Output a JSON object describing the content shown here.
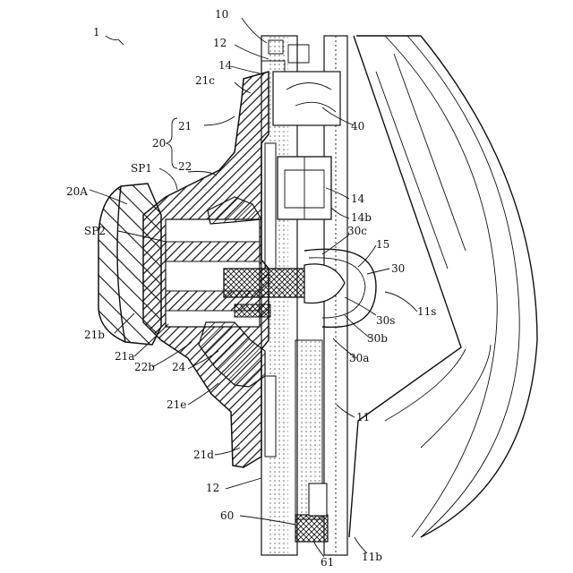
{
  "figure": {
    "labels": {
      "ref_1": "1",
      "ref_10": "10",
      "ref_12_top": "12",
      "ref_14_top": "14",
      "ref_21c": "21c",
      "ref_21": "21",
      "ref_20": "20",
      "ref_22": "22",
      "ref_40": "40",
      "ref_SP1": "SP1",
      "ref_20A": "20A",
      "ref_14_mid": "14",
      "ref_14b": "14b",
      "ref_SP2": "SP2",
      "ref_30c": "30c",
      "ref_15": "15",
      "ref_30": "30",
      "ref_11s": "11s",
      "ref_30s": "30s",
      "ref_21b": "21b",
      "ref_30b": "30b",
      "ref_21a": "21a",
      "ref_22b": "22b",
      "ref_30a": "30a",
      "ref_24": "24",
      "ref_21e": "21e",
      "ref_11": "11",
      "ref_21d": "21d",
      "ref_12_bottom": "12",
      "ref_60": "60",
      "ref_61": "61",
      "ref_11b": "11b"
    },
    "colors": {
      "line": "#111111",
      "background": "#ffffff"
    }
  }
}
